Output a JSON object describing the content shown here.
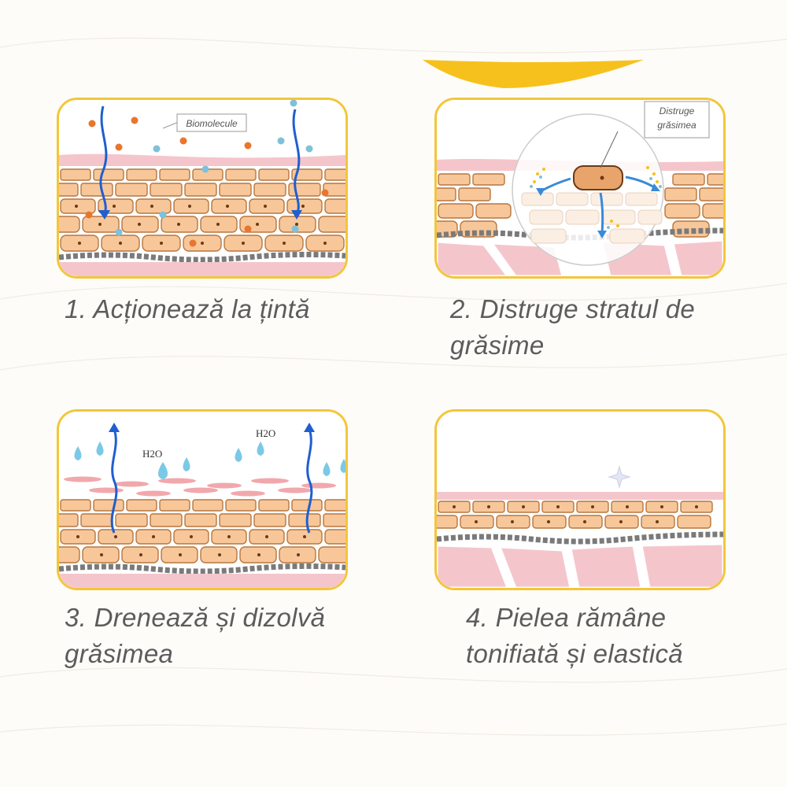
{
  "steps": [
    {
      "caption": "1. Acționează la țintă",
      "label": "Biomolecule"
    },
    {
      "caption": "2. Distruge stratul de grăsime",
      "label_line1": "Distruge",
      "label_line2": "grăsimea"
    },
    {
      "caption": "3. Drenează și dizolvă grăsimea",
      "label": "H2O"
    },
    {
      "caption": "4. Pielea rămâne tonifiată și elastică"
    }
  ],
  "colors": {
    "panel_border": "#f3c63a",
    "accent_yellow": "#f6c11d",
    "skin_pink": "#f4c6cc",
    "cell_fill": "#f7c79a",
    "cell_outline": "#b7773f",
    "arrow_blue": "#1f5fd0",
    "water_blue": "#7ac9e6",
    "dot_orange": "#e8762f",
    "dot_blue": "#7fc1d9",
    "caption_text": "#5c5c5c"
  }
}
